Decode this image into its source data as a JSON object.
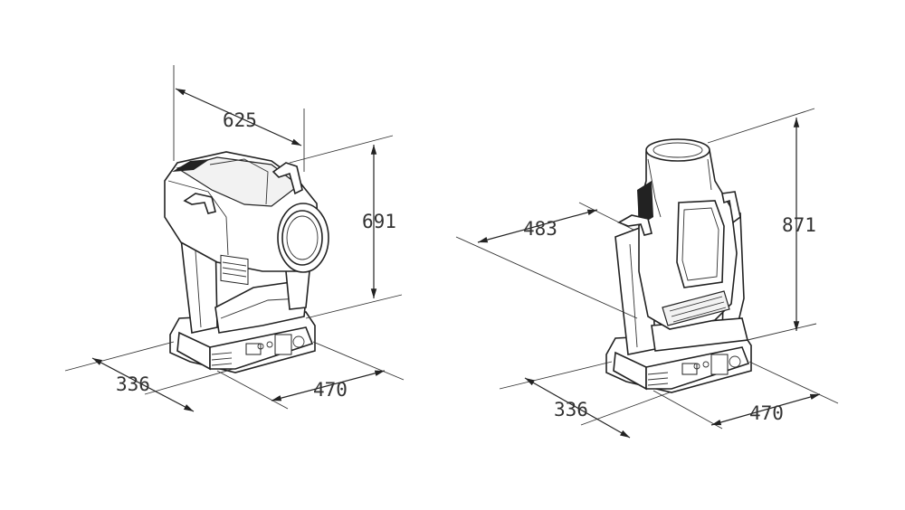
{
  "left_view": {
    "dim_width": "625",
    "dim_height": "691",
    "dim_depth": "336",
    "dim_length": "470"
  },
  "right_view": {
    "dim_width": "483",
    "dim_height": "871",
    "dim_depth": "336",
    "dim_length": "470"
  }
}
